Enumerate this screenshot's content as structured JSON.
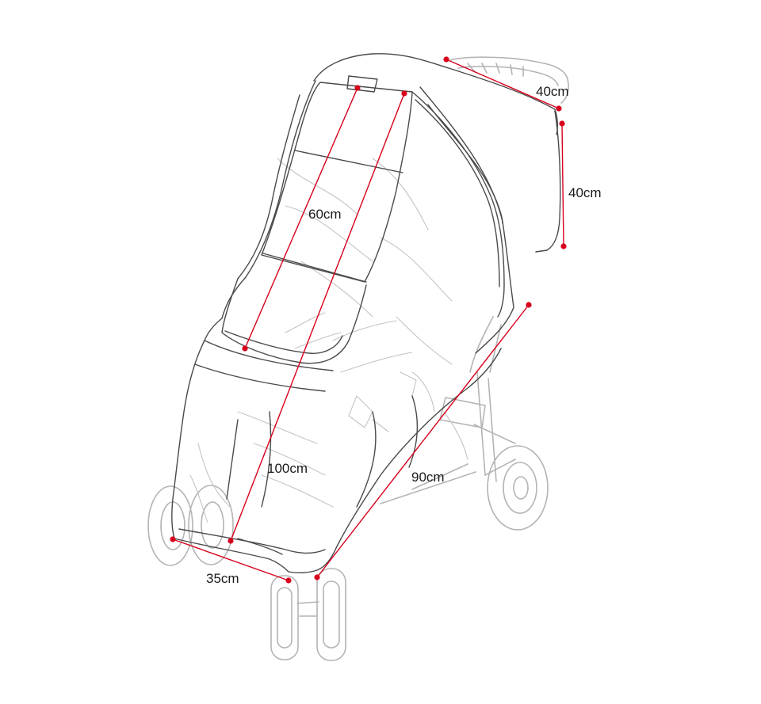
{
  "colors": {
    "background": "#ffffff",
    "dimension": "#d8001c",
    "sketch": "#4a4a4a",
    "sketch_light": "#b4b4b4",
    "label_text": "#1a1a1a"
  },
  "image": {
    "subject": "stroller-rain-cover-sketch"
  },
  "dimensions": {
    "handle_width": "40cm",
    "canopy_height": "40cm",
    "window_length": "60cm",
    "front_length": "100cm",
    "side_length": "90cm",
    "base_width": "35cm"
  }
}
